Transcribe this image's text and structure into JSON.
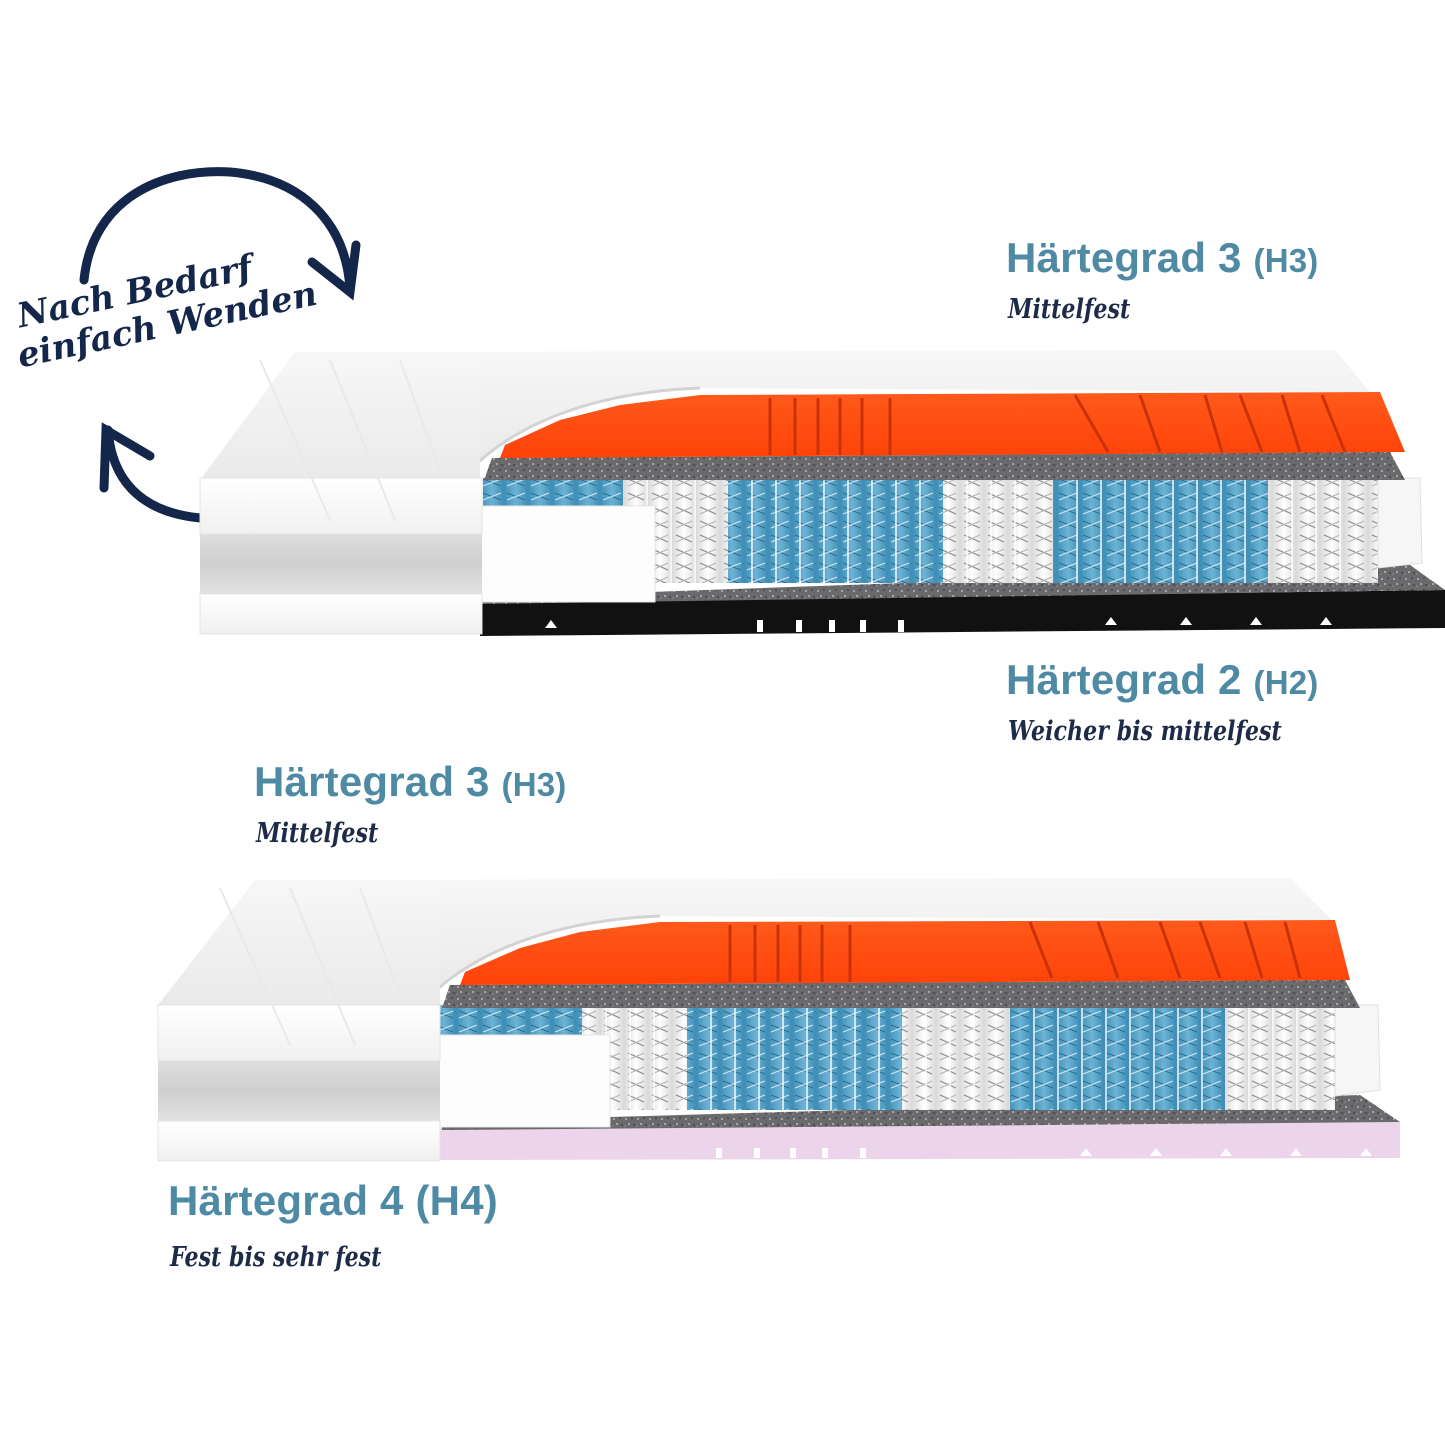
{
  "flip_note": {
    "line1": "Nach Bedarf",
    "line2": "einfach Wenden"
  },
  "mattress_top": {
    "top_label": {
      "title": "Härtegrad 3",
      "code": "(H3)",
      "subtitle": "Mittelfest"
    },
    "bottom_label": {
      "title": "Härtegrad 2",
      "code": "(H2)",
      "subtitle": "Weicher bis mittelfest"
    },
    "base_layer_color": "#111111"
  },
  "mattress_bottom": {
    "top_label": {
      "title": "Härtegrad 3",
      "code": "(H3)",
      "subtitle": "Mittelfest"
    },
    "bottom_label": {
      "title": "Härtegrad 4",
      "code": "(H4)",
      "subtitle": "Fest bis sehr fest"
    },
    "base_layer_color": "#ecd4ea"
  },
  "colors": {
    "title": "#4f8aa5",
    "handwriting": "#1d2a48",
    "foam_orange": "#ff4a10",
    "spring_blue": "#4b9cc4",
    "felt_grey": "#6e6e70"
  }
}
